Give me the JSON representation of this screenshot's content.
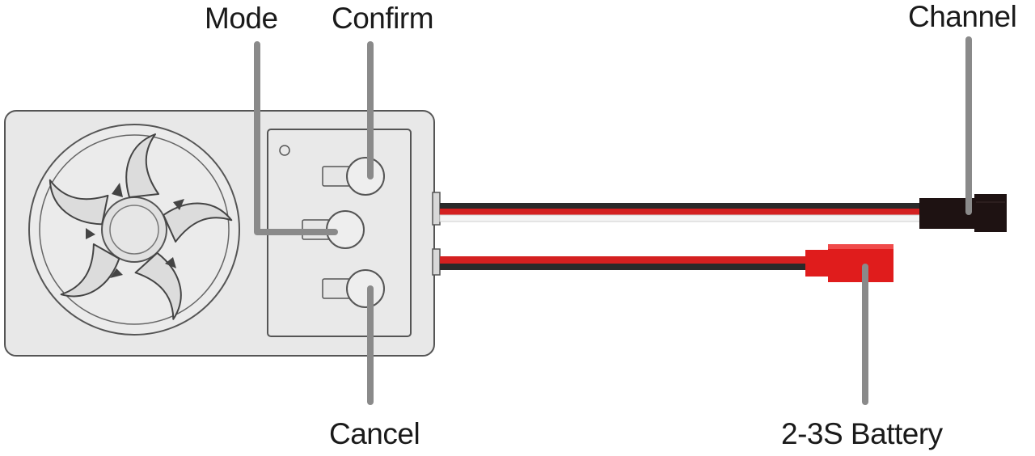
{
  "labels": {
    "mode": "Mode",
    "confirm": "Confirm",
    "channel": "Channel",
    "cancel": "Cancel",
    "battery": "2-3S Battery"
  },
  "colors": {
    "case_fill": "#e8e8e8",
    "case_stroke": "#555555",
    "leader_line": "#8a8a8a",
    "signal_wire": "#d42020",
    "ground_wire": "#2a2a2a",
    "servo_connector": "#1e1212",
    "battery_connector": "#e01c1c",
    "text": "#1a1a1a"
  }
}
